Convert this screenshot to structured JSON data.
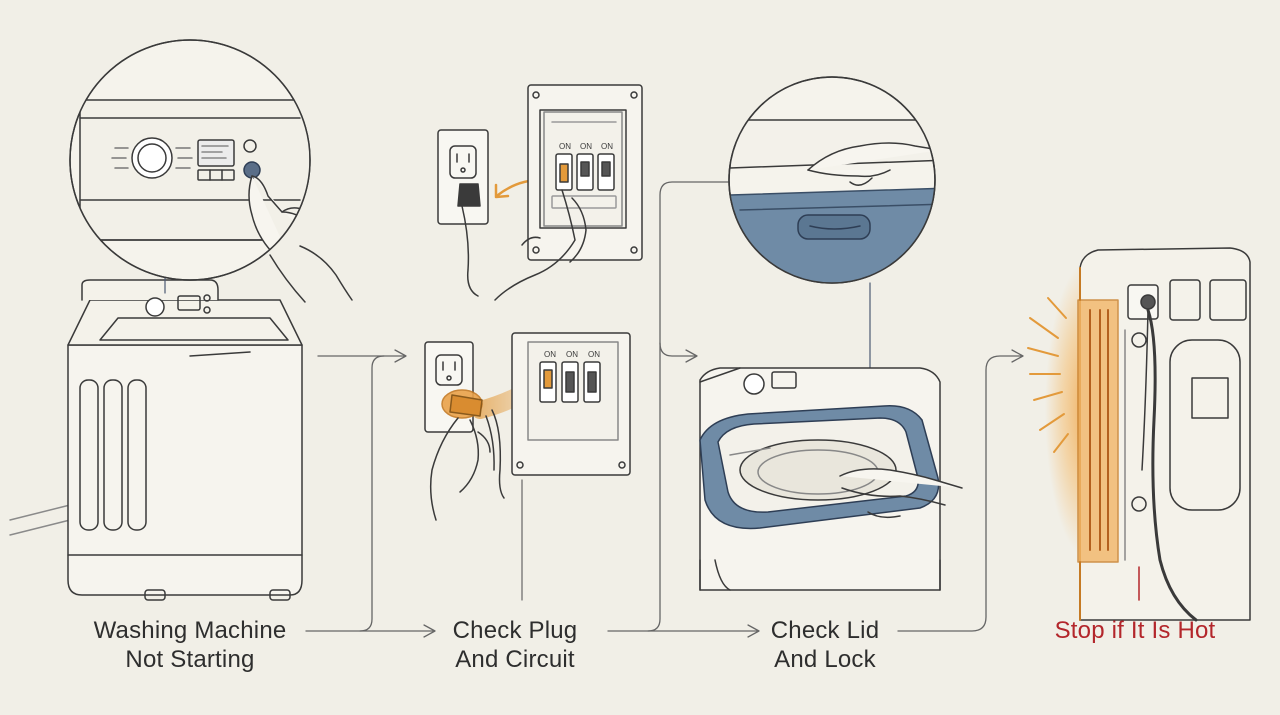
{
  "steps": [
    {
      "line1": "Washing Machine",
      "line2": "Not Starting"
    },
    {
      "line1": "Check Plug",
      "line2": "And Circuit"
    },
    {
      "line1": "Check Lid",
      "line2": "And Lock"
    },
    {
      "line1": "Stop if It Is Hot"
    }
  ],
  "breaker_labels": [
    "ON",
    "ON",
    "ON"
  ],
  "colors": {
    "background": "#f1efe7",
    "ink": "#3a3a3a",
    "accent_orange": "#e39a3b",
    "lid_blue": "#6f8ba6",
    "warning_red": "#b3262b"
  },
  "icons": [
    "washing-machine",
    "control-panel-zoom",
    "power-outlet",
    "plug",
    "breaker-panel",
    "lid-zoom",
    "open-lid-washer",
    "hot-rear-panel"
  ]
}
